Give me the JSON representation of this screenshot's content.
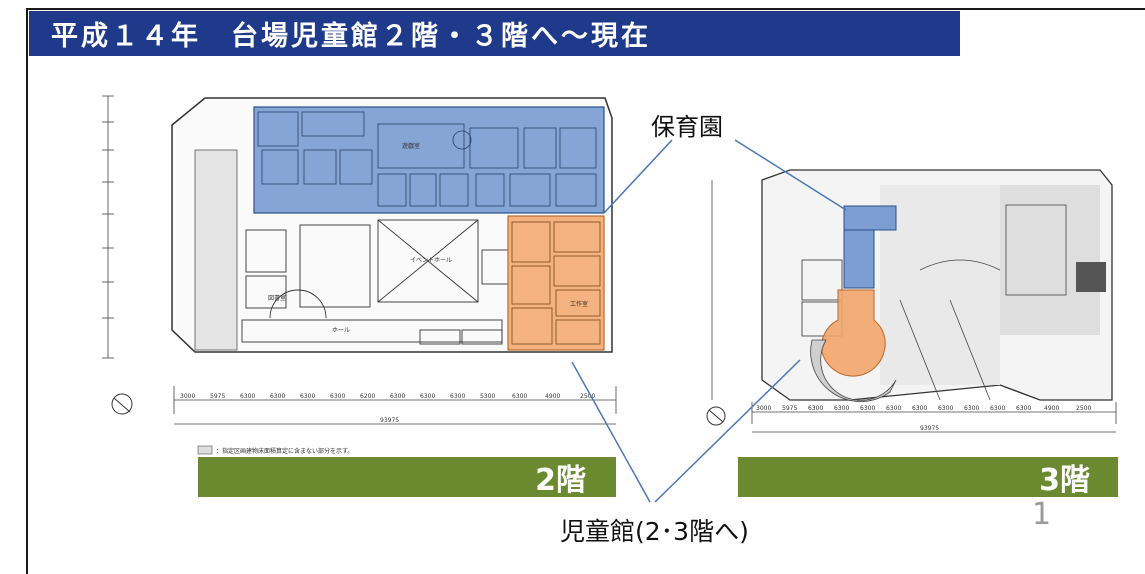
{
  "slide": {
    "title": "平成１４年　台場児童館２階・３階へ～現在",
    "colors": {
      "title_bar": "#1f3a8a",
      "floor_bar": "#6b8a2f",
      "hoikuen_area": "#6f95cf",
      "jidokan_area": "#f2a56a",
      "callout_line": "#4a78b5"
    }
  },
  "callouts": {
    "hoikuen": "保育園",
    "jidokan": "児童館(2･3階へ)"
  },
  "floors": {
    "floor2_label": "2階",
    "floor3_label": "3階"
  },
  "page_number": "1",
  "plan2": {
    "room_labels": [
      "遊戯室",
      "イベントホール",
      "図書室",
      "ホール",
      "工作室"
    ],
    "dimension_labels": [
      "3000",
      "5975",
      "6300",
      "6300",
      "6300",
      "6300",
      "6200",
      "6300",
      "6300",
      "6300",
      "5300",
      "6300",
      "4900",
      "2500"
    ],
    "total_width": "93975",
    "legend_note": "：指定区画建物床面積算定に含まない部分を示す。"
  },
  "plan3": {
    "dimension_labels": [
      "3000",
      "5975",
      "6300",
      "6300",
      "6300",
      "6300",
      "6300",
      "6300",
      "6300",
      "6300",
      "6300",
      "4900",
      "2500"
    ],
    "total_width": "93975"
  }
}
